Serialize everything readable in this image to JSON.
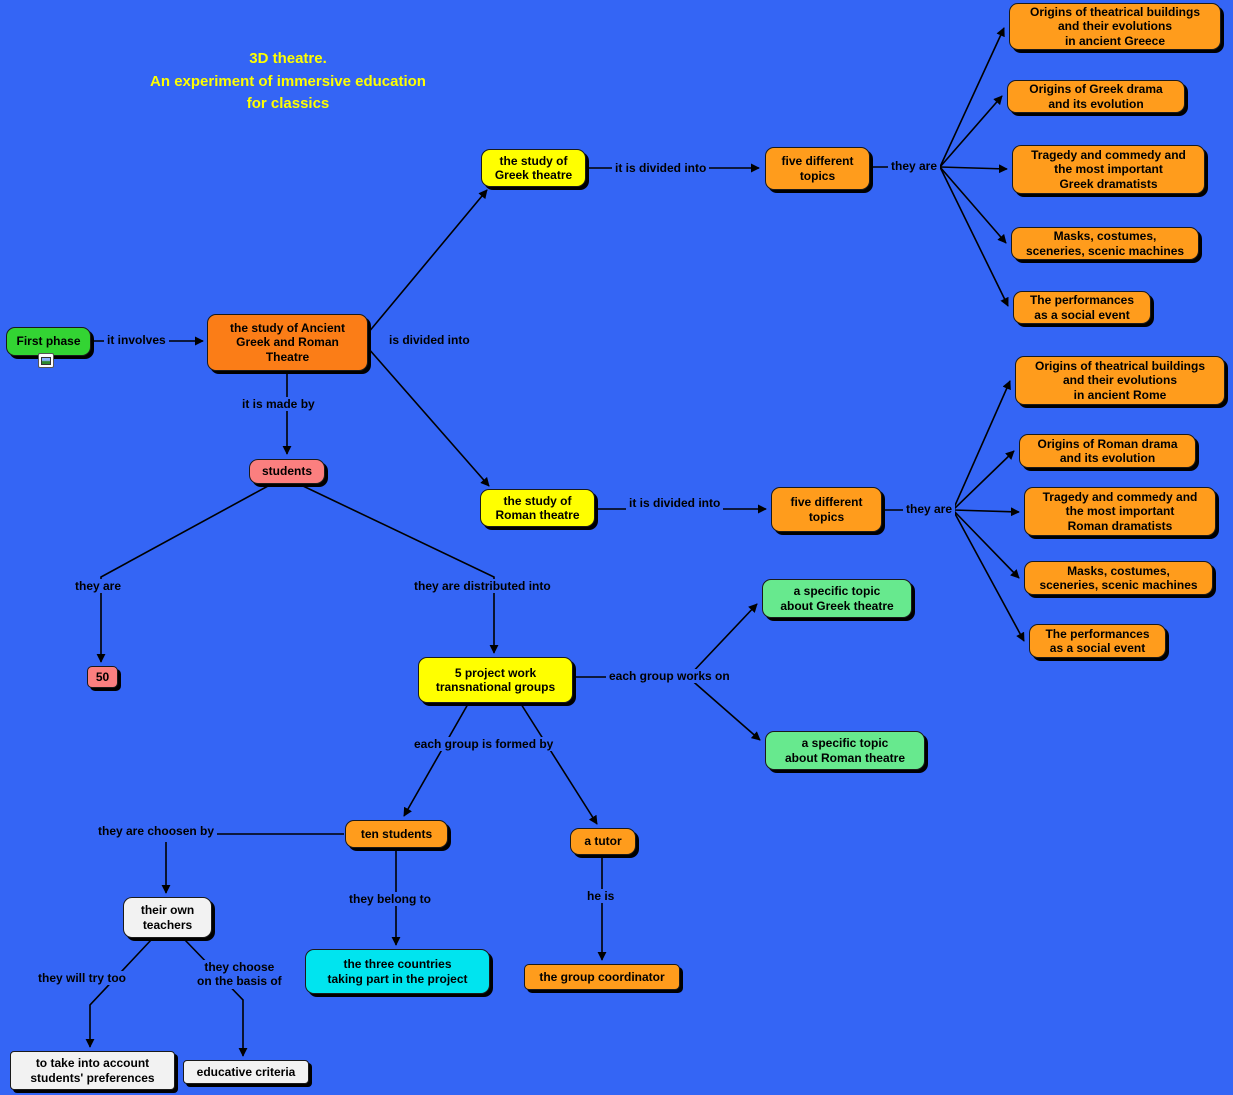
{
  "title": "3D theatre.\nAn experiment of immersive education\nfor classics",
  "colors": {
    "background": "#3465f5",
    "orange": "#ff9c1c",
    "orange_dark": "#fb7d17",
    "yellow": "#ffff00",
    "green": "#33d433",
    "light_green": "#67e98e",
    "salmon": "#fb7f7f",
    "cyan": "#00e4ef",
    "white_node": "#f2f2f2"
  },
  "nodes": {
    "first_phase": "First phase",
    "study_ancient": "the study of Ancient\nGreek and Roman\nTheatre",
    "study_greek": "the study of\nGreek theatre",
    "five_topics_greek": "five different\ntopics",
    "greek_topic_1": "Origins of theatrical buildings\nand their evolutions\nin ancient Greece",
    "greek_topic_2": "Origins of Greek drama\nand its evolution",
    "greek_topic_3": "Tragedy and commedy and\nthe most important\nGreek dramatists",
    "greek_topic_4": "Masks, costumes,\nsceneries, scenic machines",
    "greek_topic_5": "The performances\nas a social event",
    "study_roman": "the study of\nRoman theatre",
    "five_topics_roman": "five different\ntopics",
    "roman_topic_1": "Origins of theatrical buildings\nand their evolutions\nin ancient Rome",
    "roman_topic_2": "Origins of Roman drama\nand its evolution",
    "roman_topic_3": "Tragedy and commedy and\nthe most important\nRoman dramatists",
    "roman_topic_4": "Masks, costumes,\nsceneries, scenic machines",
    "roman_topic_5": "The performances\nas a social event",
    "students": "students",
    "fifty": "50",
    "five_groups": "5 project work\ntransnational groups",
    "topic_greek": "a specific topic\nabout Greek theatre",
    "topic_roman": "a specific topic\nabout Roman theatre",
    "ten_students": "ten students",
    "a_tutor": "a tutor",
    "teachers": "their own\nteachers",
    "three_countries": "the three countries\ntaking part in the project",
    "group_coordinator": "the group coordinator",
    "preferences": "to take into account\nstudents' preferences",
    "criteria": "educative criteria"
  },
  "edges": {
    "it_involves": "it involves",
    "is_divided_into": "is divided into",
    "divided_greek": "it is divided into",
    "they_are_greek": "they are",
    "divided_roman": "it is divided into",
    "they_are_roman": "they are",
    "made_by": "it is made by",
    "they_are_50": "they are",
    "distributed": "they are distributed into",
    "works_on": "each group works on",
    "formed_by": "each group is formed by",
    "choosen_by": "they are choosen by",
    "belong_to": "they belong to",
    "he_is": "he is",
    "try_too": "they will try too",
    "choose_basis": "they choose\non the basis of"
  }
}
